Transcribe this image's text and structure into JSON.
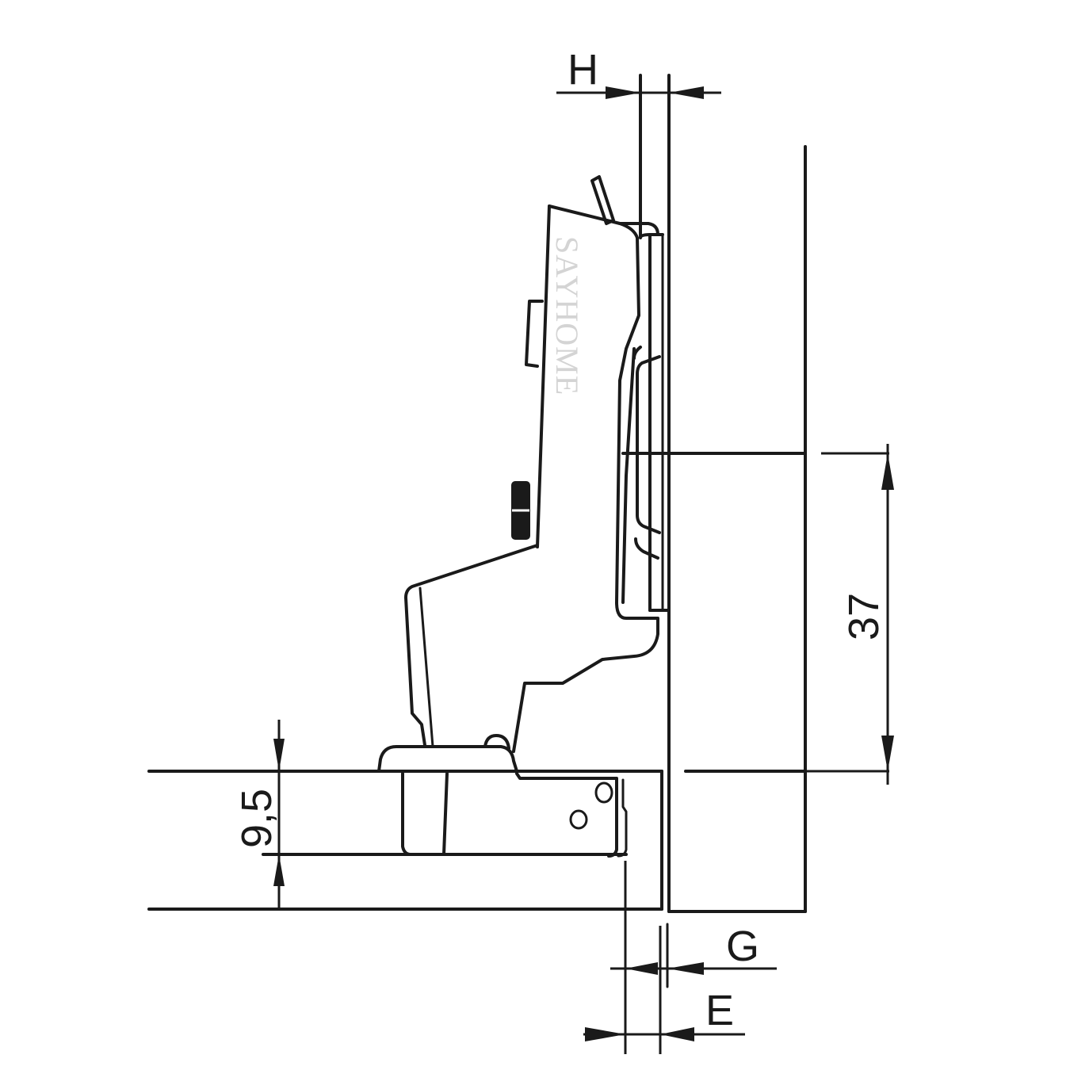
{
  "diagram": {
    "subject": "Concealed cabinet hinge cross-section with mounting dimensions",
    "watermark": "SAYHOME",
    "colors": {
      "line": "#1a1a1a",
      "background": "#ffffff",
      "watermark": "#d4d4d4"
    },
    "dimensions": {
      "H": {
        "label": "H",
        "description": "overlay between door edge and side panel face (top)"
      },
      "G": {
        "label": "G",
        "description": "gap (bottom)"
      },
      "E": {
        "label": "E",
        "description": "door edge distance (bottom)"
      },
      "cup_distance": {
        "label": "37",
        "value": 37,
        "unit": "mm",
        "orientation": "vertical"
      },
      "plate_height": {
        "label": "9,5",
        "value": 9.5,
        "unit": "mm",
        "orientation": "vertical"
      }
    },
    "components": [
      "door panel",
      "cabinet side panel",
      "hinge arm",
      "hinge cup",
      "mounting plate",
      "adjustment screws"
    ]
  }
}
